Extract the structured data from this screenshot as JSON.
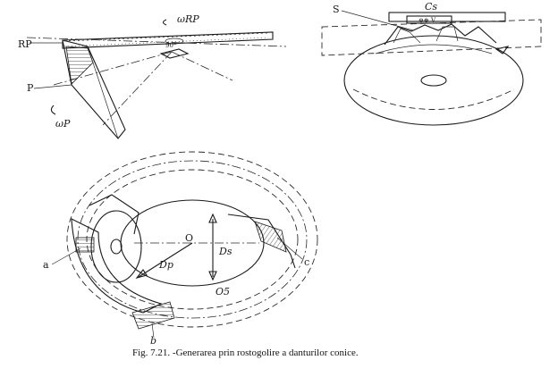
{
  "figure": {
    "caption": "Fig. 7.21. -Generarea prin rostogolire a danturilor conice.",
    "top_left": {
      "label_omega_rp": "ωRP",
      "label_rp": "RP",
      "label_p": "P",
      "label_omega_p": "ωP",
      "label_angle": "90°"
    },
    "top_right": {
      "label_s": "S",
      "label_cs": "Cs",
      "label_slider": "⊖⊕ V"
    },
    "bottom": {
      "label_o": "O",
      "label_o5": "O5",
      "label_dp": "Dp",
      "label_ds": "Ds",
      "label_a": "a",
      "label_b": "b",
      "label_c": "c"
    }
  }
}
